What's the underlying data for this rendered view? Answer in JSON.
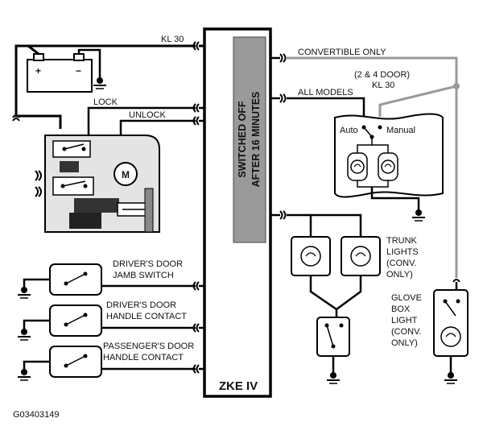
{
  "labels": {
    "kl30_top": "KL 30",
    "convertible_only": "CONVERTIBLE ONLY",
    "two_four_door": "(2 & 4 DOOR)",
    "kl30_right": "KL 30",
    "all_models": "ALL MODELS",
    "lock": "LOCK",
    "unlock": "UNLOCK",
    "auto": "Auto",
    "manual": "Manual",
    "motor": "M",
    "module_text_line1": "SWITCHED OFF",
    "module_text_line2": "AFTER 16 MINUTES",
    "module_name": "ZKE IV",
    "drivers_door_jamb": [
      "DRIVER'S DOOR",
      "JAMB SWITCH"
    ],
    "drivers_door_handle": [
      "DRIVER'S DOOR",
      "HANDLE CONTACT"
    ],
    "passengers_door_handle": [
      "PASSENGER'S DOOR",
      "HANDLE CONTACT"
    ],
    "trunk_lights": [
      "TRUNK",
      "LIGHTS",
      "(CONV.",
      "ONLY)"
    ],
    "glove_box_light": [
      "GLOVE",
      "BOX",
      "LIGHT",
      "(CONV.",
      "ONLY)"
    ],
    "battery_plus": "+",
    "battery_minus": "−",
    "figure_id": "G03403149"
  }
}
